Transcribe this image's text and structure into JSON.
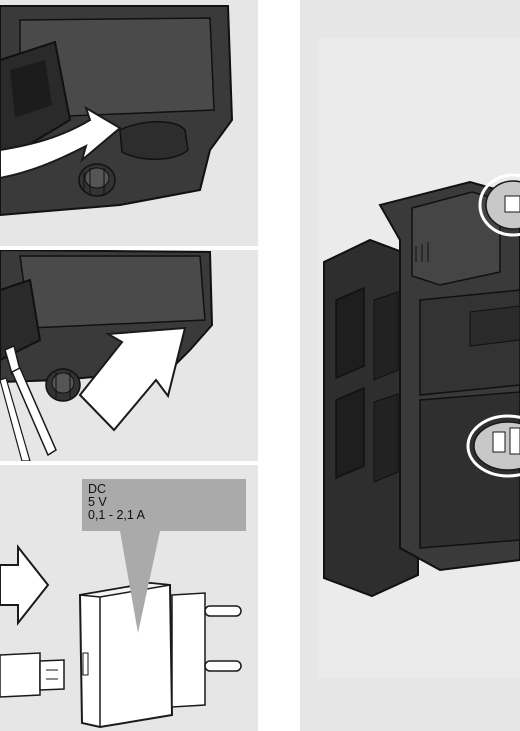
{
  "adapter_spec": {
    "lines": [
      "DC",
      "5 V",
      "0,1 - 2,1 A"
    ]
  },
  "colors": {
    "panel_bg": "#e6e6e6",
    "device_body": "#3c3c3c",
    "device_dark": "#222222",
    "callout_bg": "#aaaaaa",
    "arrow_fill": "#ffffff",
    "outline": "#1a1a1a"
  },
  "icons": {
    "open_step": "curved-arrow-icon",
    "insert_step": "arrow-up-right-icon",
    "connect_step": "arrow-right-icon",
    "charger": "usb-wall-charger-icon",
    "highlight": "circle-highlight-icon"
  }
}
